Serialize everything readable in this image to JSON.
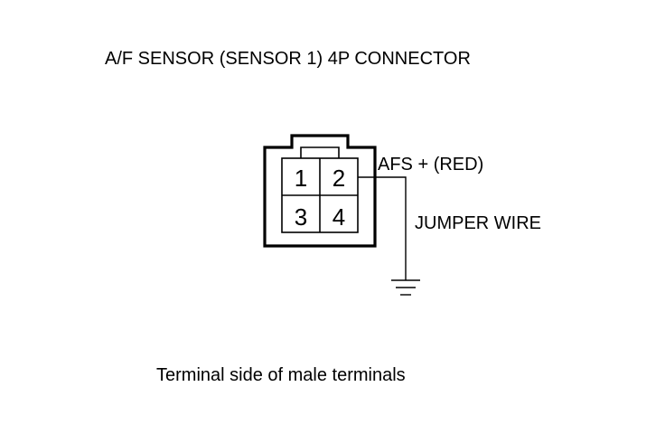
{
  "diagram": {
    "title": "A/F SENSOR (SENSOR 1) 4P CONNECTOR",
    "connector": {
      "pins": [
        "1",
        "2",
        "3",
        "4"
      ]
    },
    "callouts": {
      "terminal_label": "AFS +  (RED)",
      "wire_label": "JUMPER WIRE"
    },
    "ground_symbol": "ground-icon",
    "caption": "Terminal side of male terminals"
  }
}
